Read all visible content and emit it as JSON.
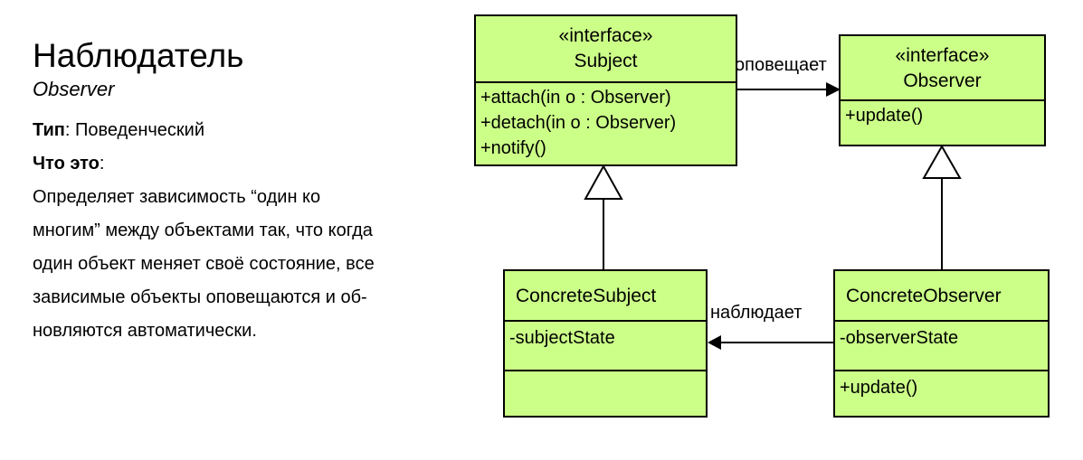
{
  "intro": {
    "title": "Наблюдатель",
    "subtitle": "Observer",
    "type_label": "Тип",
    "type_value": ": Поведенческий",
    "what_label": "Что это",
    "what_colon": ":",
    "description_lines": [
      "Определяет зависимость “один ко",
      "многим” между объектами так, что когда",
      "один объект меняет своё состояние, все",
      "зависимые объекты оповещаются и об-",
      "новляются автоматически."
    ]
  },
  "diagram": {
    "fill_color": "#ccff88",
    "subject": {
      "stereotype": "«interface»",
      "name": "Subject",
      "operations": [
        "+attach(in o : Observer)",
        "+detach(in o : Observer)",
        "+notify()"
      ]
    },
    "observer": {
      "stereotype": "«interface»",
      "name": "Observer",
      "operations": [
        "+update()"
      ]
    },
    "concrete_subject": {
      "name": "ConcreteSubject",
      "attributes": [
        "-subjectState"
      ]
    },
    "concrete_observer": {
      "name": "ConcreteObserver",
      "attributes": [
        "-observerState"
      ],
      "operations": [
        "+update()"
      ]
    },
    "edge_notifies": "оповещает",
    "edge_observes": "наблюдает"
  }
}
